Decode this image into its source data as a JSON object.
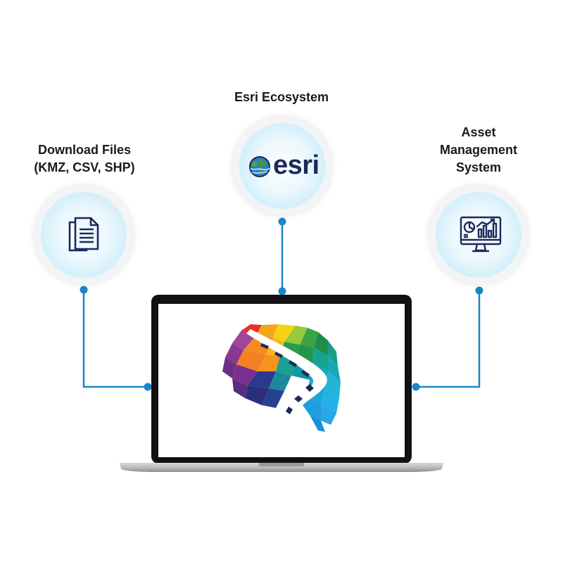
{
  "nodes": {
    "download": {
      "label_line1": "Download Files",
      "label_line2": "(KMZ, CSV, SHP)",
      "icon": "document-stack-icon"
    },
    "esri": {
      "label": "Esri Ecosystem",
      "logo_text": "esri",
      "icon": "globe-icon"
    },
    "asset": {
      "label_line1": "Asset",
      "label_line2": "Management",
      "label_line3": "System",
      "icon": "dashboard-monitor-icon"
    }
  },
  "colors": {
    "accent_blue": "#1a86c7",
    "icon_navy": "#1b2a5c",
    "laptop_frame": "#111111"
  }
}
